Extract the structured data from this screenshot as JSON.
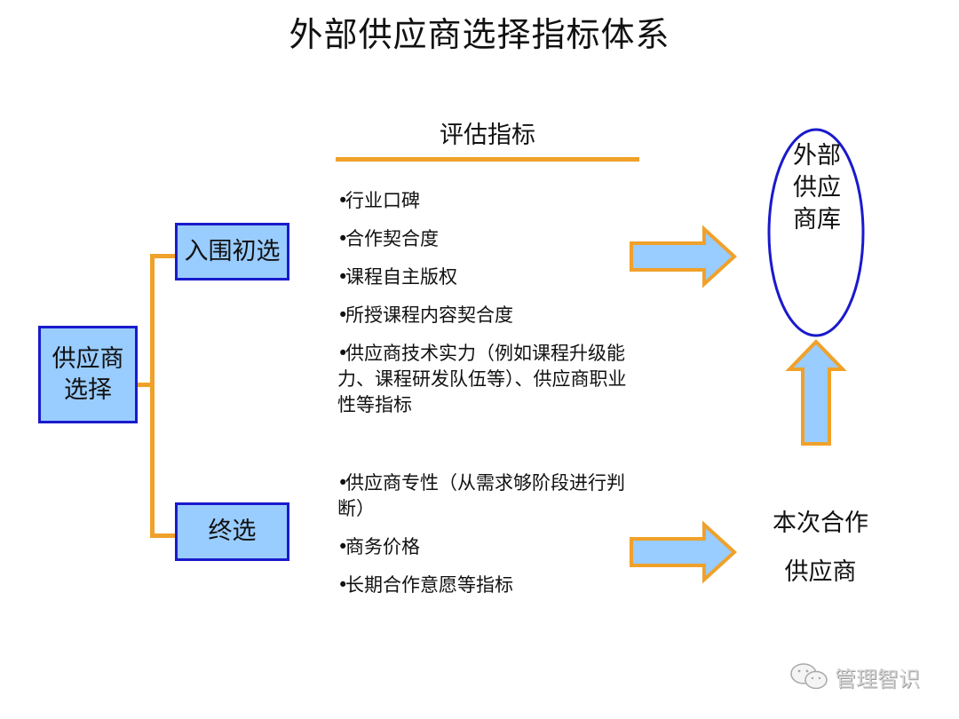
{
  "title": "外部供应商选择指标体系",
  "evaluation_header": "评估指标",
  "tree": {
    "root": "供应商选择",
    "branches": [
      {
        "label": "入围初选"
      },
      {
        "label": "终选"
      }
    ]
  },
  "shortlist_indicators": [
    "行业口碑",
    "合作契合度",
    "课程自主版权",
    "所授课程内容契合度",
    "供应商技术实力（例如课程升级能力、课程研发队伍等）、供应商职业性等指标"
  ],
  "final_indicators": [
    "供应商专性（从需求够阶段进行判断）",
    "商务价格",
    "长期合作意愿等指标"
  ],
  "bullet_char": "•",
  "outcomes": {
    "supplier_library": "外部供应商库",
    "current_partner_line1": "本次合作",
    "current_partner_line2": "供应商"
  },
  "watermark": {
    "icon": "wechat-icon",
    "text": "管理智识"
  },
  "colors": {
    "box_fill": "#99ccff",
    "box_border": "#1a1acc",
    "connector": "#f0a12a",
    "arrow_fill": "#99ccff",
    "arrow_border": "#f0a12a",
    "ellipse_border": "#1a1acc"
  }
}
